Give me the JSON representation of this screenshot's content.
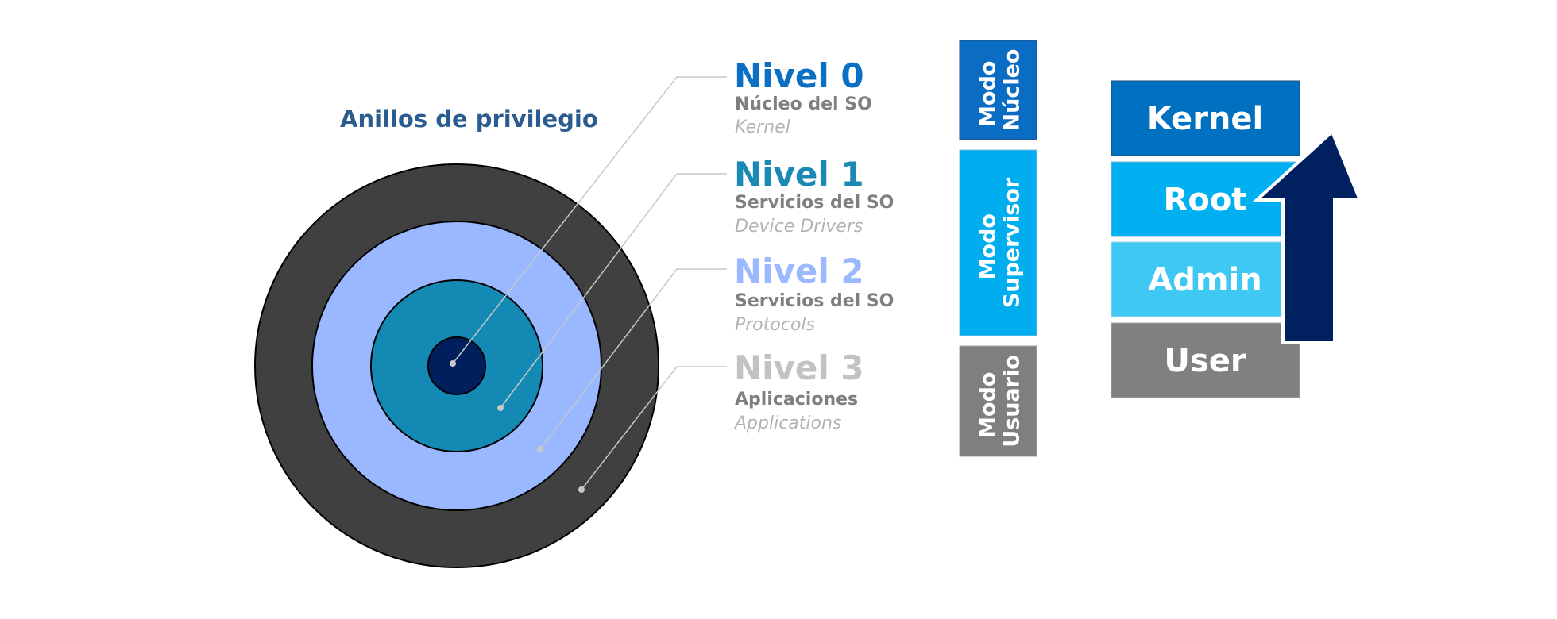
{
  "title": "Anillos de privilegio",
  "levels": [
    {
      "title": "Nivel 0",
      "subtitle": "Núcleo del SO",
      "english": "Kernel"
    },
    {
      "title": "Nivel 1",
      "subtitle": "Servicios del SO",
      "english": "Device Drivers"
    },
    {
      "title": "Nivel 2",
      "subtitle": "Servicios del SO",
      "english": "Protocols"
    },
    {
      "title": "Nivel 3",
      "subtitle": "Aplicaciones",
      "english": "Applications"
    }
  ],
  "modes": [
    {
      "line1": "Modo",
      "line2": "Núcleo"
    },
    {
      "line1": "Modo",
      "line2": "Supervisor"
    },
    {
      "line1": "Modo",
      "line2": "Usuario"
    }
  ],
  "stack": [
    "Kernel",
    "Root",
    "Admin",
    "User"
  ],
  "colors": {
    "title": "#2b5c8f",
    "level0": "#0b70c4",
    "level1": "#1a8ab5",
    "level2": "#9cb8ff",
    "level3": "#c2c2c2",
    "ring_outer": "#404040",
    "ring_2": "#99b8ff",
    "ring_1": "#1489b3",
    "ring_core": "#001f5c",
    "mode_kernel": "#0b6cc4",
    "mode_supervisor": "#00aeef",
    "mode_user": "#7f7f7f",
    "stack_kernel": "#0070c0",
    "stack_root": "#00b0f0",
    "stack_admin": "#40c8f4",
    "stack_user": "#808080",
    "arrow": "#002060"
  },
  "icons": {
    "arrow": "up-arrow-icon"
  }
}
